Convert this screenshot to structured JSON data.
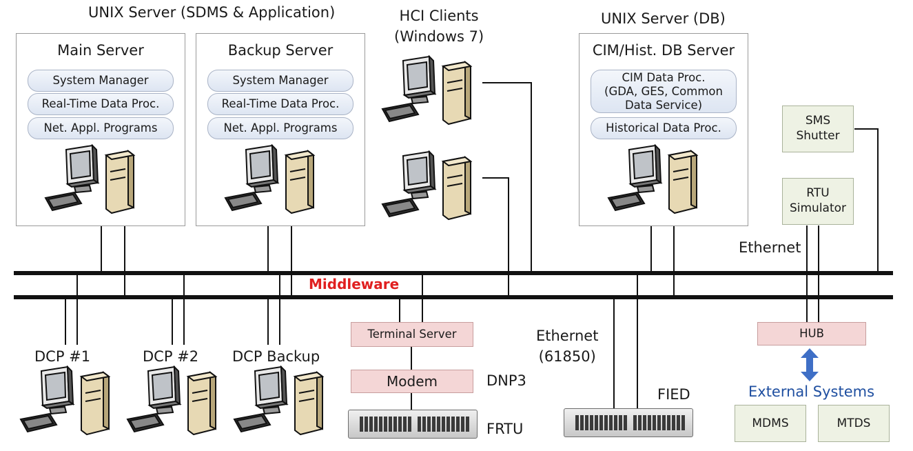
{
  "headings": {
    "unix_app": "UNIX Server (SDMS & Application)",
    "hci": "HCI Clients\n(Windows 7)",
    "unix_db": "UNIX Server (DB)"
  },
  "main_server": {
    "title": "Main Server",
    "modules": [
      "System Manager",
      "Real-Time Data Proc.",
      "Net. Appl. Programs"
    ]
  },
  "backup_server": {
    "title": "Backup Server",
    "modules": [
      "System Manager",
      "Real-Time Data Proc.",
      "Net. Appl. Programs"
    ]
  },
  "db_server": {
    "title": "CIM/Hist. DB Server",
    "modules": [
      "CIM Data Proc.\n(GDA, GES, Common\nData Service)",
      "Historical Data Proc."
    ]
  },
  "sms_shutter": "SMS\nShutter",
  "rtu_simulator": "RTU\nSimulator",
  "ethernet_label": "Ethernet",
  "middleware_label": "Middleware",
  "middleware_color": "#e02020",
  "dcp": [
    "DCP #1",
    "DCP #2",
    "DCP Backup"
  ],
  "terminal_server": "Terminal Server",
  "modem": "Modem",
  "dnp3": "DNP3",
  "frtu": "FRTU",
  "ethernet_61850": "Ethernet\n(61850)",
  "fied": "FIED",
  "hub": "HUB",
  "external_systems": "External Systems",
  "external_color": "#1f4fa0",
  "mdms": "MDMS",
  "mtds": "MTDS",
  "icons": [
    "workstation-icon",
    "rack-server-icon",
    "double-arrow-icon"
  ]
}
